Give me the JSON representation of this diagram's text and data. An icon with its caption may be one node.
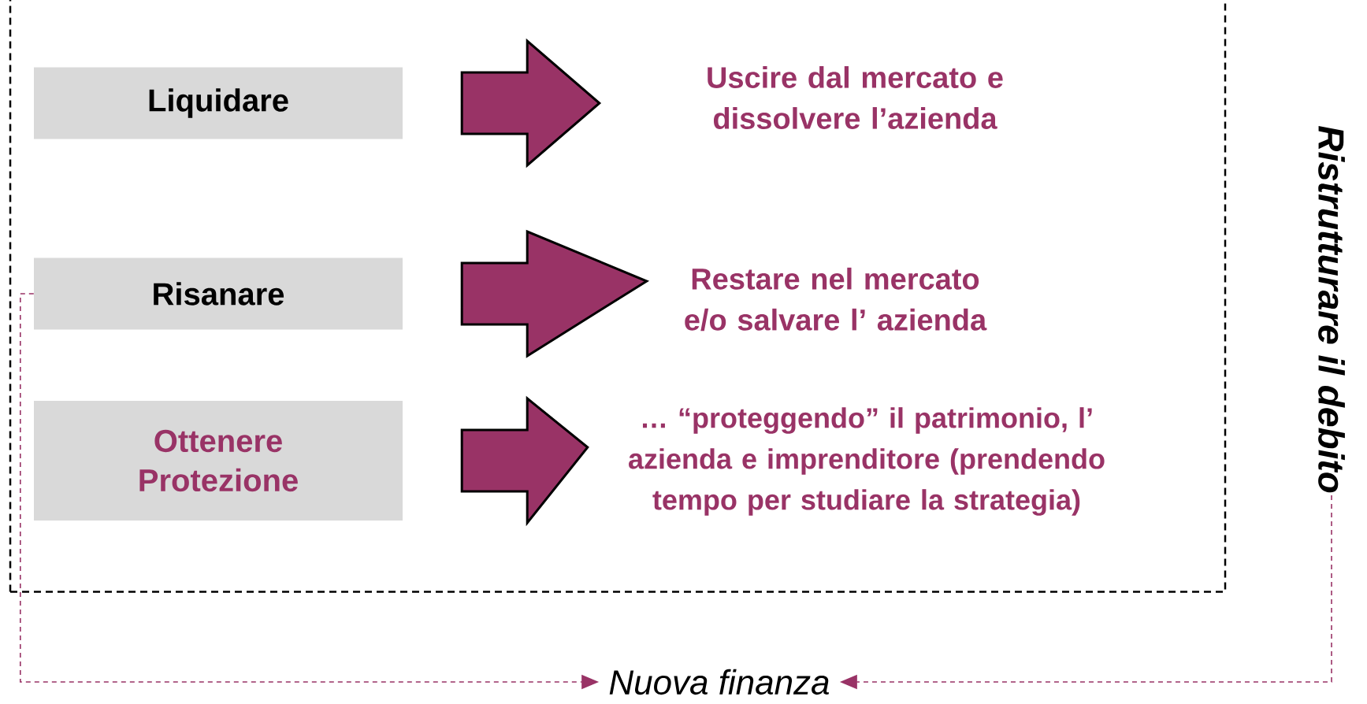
{
  "diagram": {
    "nodes": [
      {
        "text": [],
        "shape": "box"
      },
      {
        "text": [
          "Liquidare"
        ],
        "in": 0
      },
      {
        "text": [
          "Uscire dal mercato e dissolvere l’azienda"
        ],
        "in": 0
      },
      {
        "text": [
          "Risanare"
        ],
        "in": 0
      },
      {
        "text": [
          "Restare nel mercato e/o salvare l’ azienda"
        ],
        "in": 0
      },
      {
        "text": [
          "Ottenere Protezione"
        ],
        "in": 0
      },
      {
        "text": [
          "… “proteggendo” il patrimonio, l’ azienda e imprenditore (prendendo tempo per studiare la strategia)"
        ],
        "in": 0
      },
      {
        "text": [
          "Ristrutturare il debito"
        ]
      },
      {
        "text": [
          "Nuova finanza"
        ]
      }
    ],
    "edges": [
      {
        "from": 1,
        "to": 2,
        "arrow": "to",
        "style": "thick"
      },
      {
        "from": 3,
        "to": 4,
        "arrow": "to",
        "style": "thick"
      },
      {
        "from": 5,
        "to": 6,
        "arrow": "to",
        "style": "thick"
      },
      {
        "from": 3,
        "to": 8,
        "arrow": "to",
        "style": "dashed"
      },
      {
        "from": 7,
        "to": 8,
        "arrow": "to",
        "style": "dashed"
      }
    ]
  }
}
